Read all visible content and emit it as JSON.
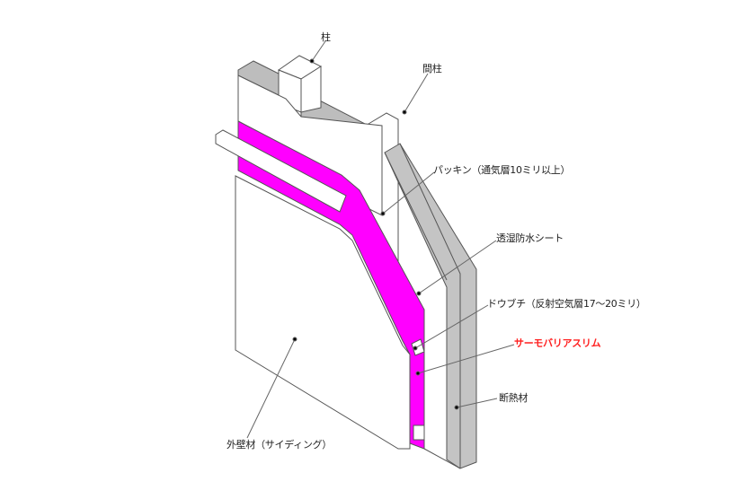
{
  "labels": {
    "pillar": "柱",
    "stud": "間柱",
    "packing": "パッキン（通気層10ミリ以上）",
    "membrane": "透湿防水シート",
    "furring": "ドウブチ（反射空気層17～20ミリ）",
    "thermo_barrier": "サーモバリアスリム",
    "insulation": "断熱材",
    "siding": "外壁材（サイディング）"
  },
  "colors": {
    "thermo_barrier": "#ff00ff",
    "insulation": "#c0c0c0",
    "highlight_label": "#ff2020"
  }
}
